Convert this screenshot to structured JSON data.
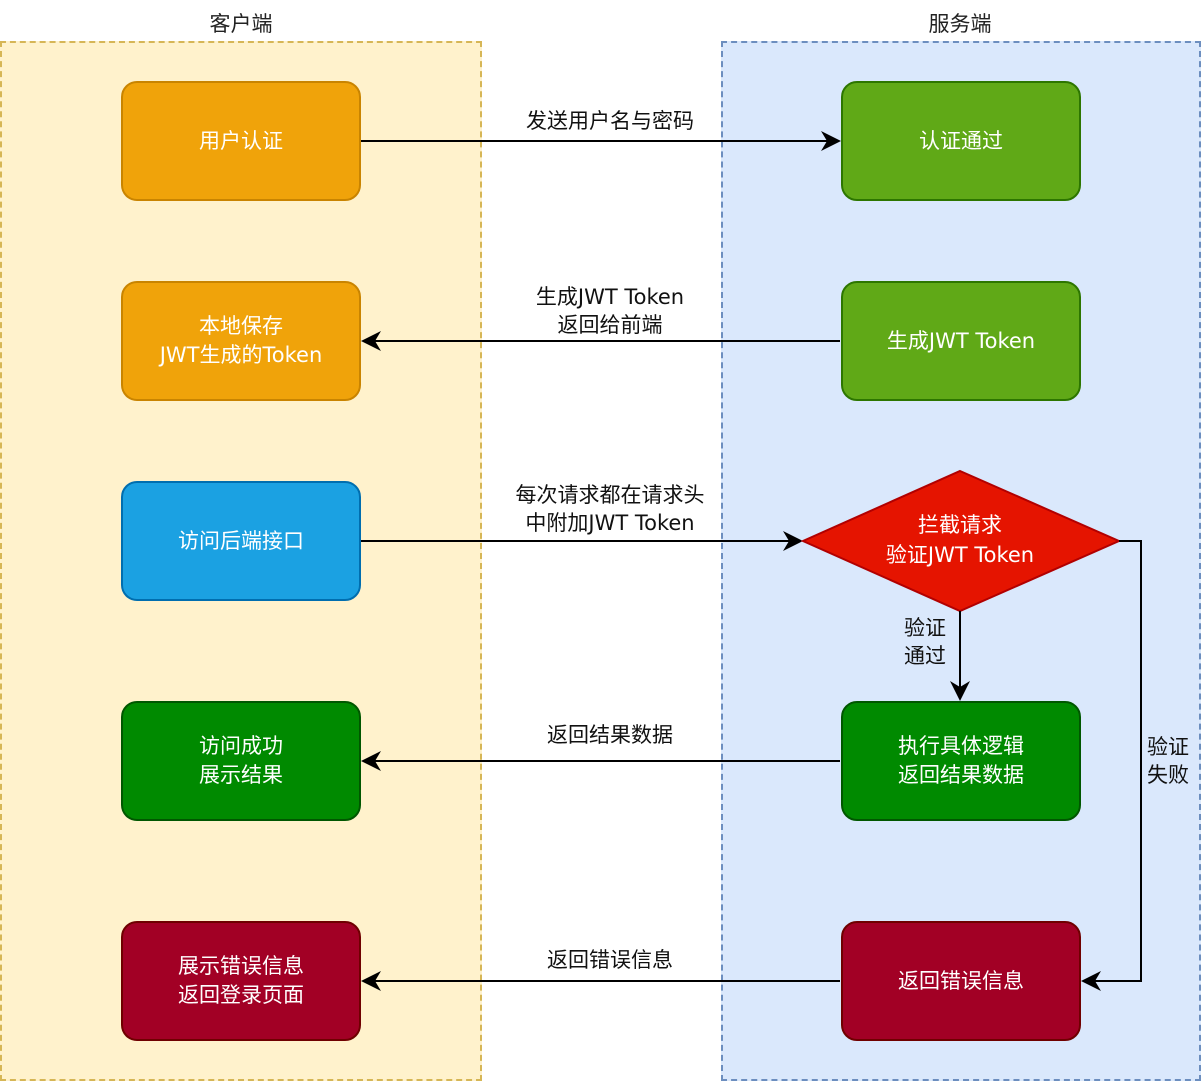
{
  "lanes": {
    "client": {
      "title": "客户端"
    },
    "server": {
      "title": "服务端"
    }
  },
  "nodes": {
    "user_auth": "用户认证",
    "local_save": "本地保存\nJWT生成的Token",
    "access_api": "访问后端接口",
    "access_success": "访问成功\n展示结果",
    "show_error": "展示错误信息\n返回登录页面",
    "auth_pass": "认证通过",
    "gen_token": "生成JWT Token",
    "intercept": "拦截请求\n验证JWT Token",
    "exec_logic": "执行具体逻辑\n返回结果数据",
    "return_error": "返回错误信息"
  },
  "edges": {
    "send_credentials": "发送用户名与密码",
    "return_token": "生成JWT Token\n返回给前端",
    "attach_token": "每次请求都在请求头\n中附加JWT Token",
    "verify_pass": "验证\n通过",
    "verify_fail": "验证\n失败",
    "return_result": "返回结果数据",
    "return_error": "返回错误信息"
  },
  "colors": {
    "client_lane": "#fff2cc",
    "server_lane": "#dae8fc",
    "orange": "#f0a30a",
    "light_green": "#60a917",
    "blue": "#1ba1e2",
    "dark_green": "#008a00",
    "maroon": "#a20025",
    "red": "#e51400"
  }
}
